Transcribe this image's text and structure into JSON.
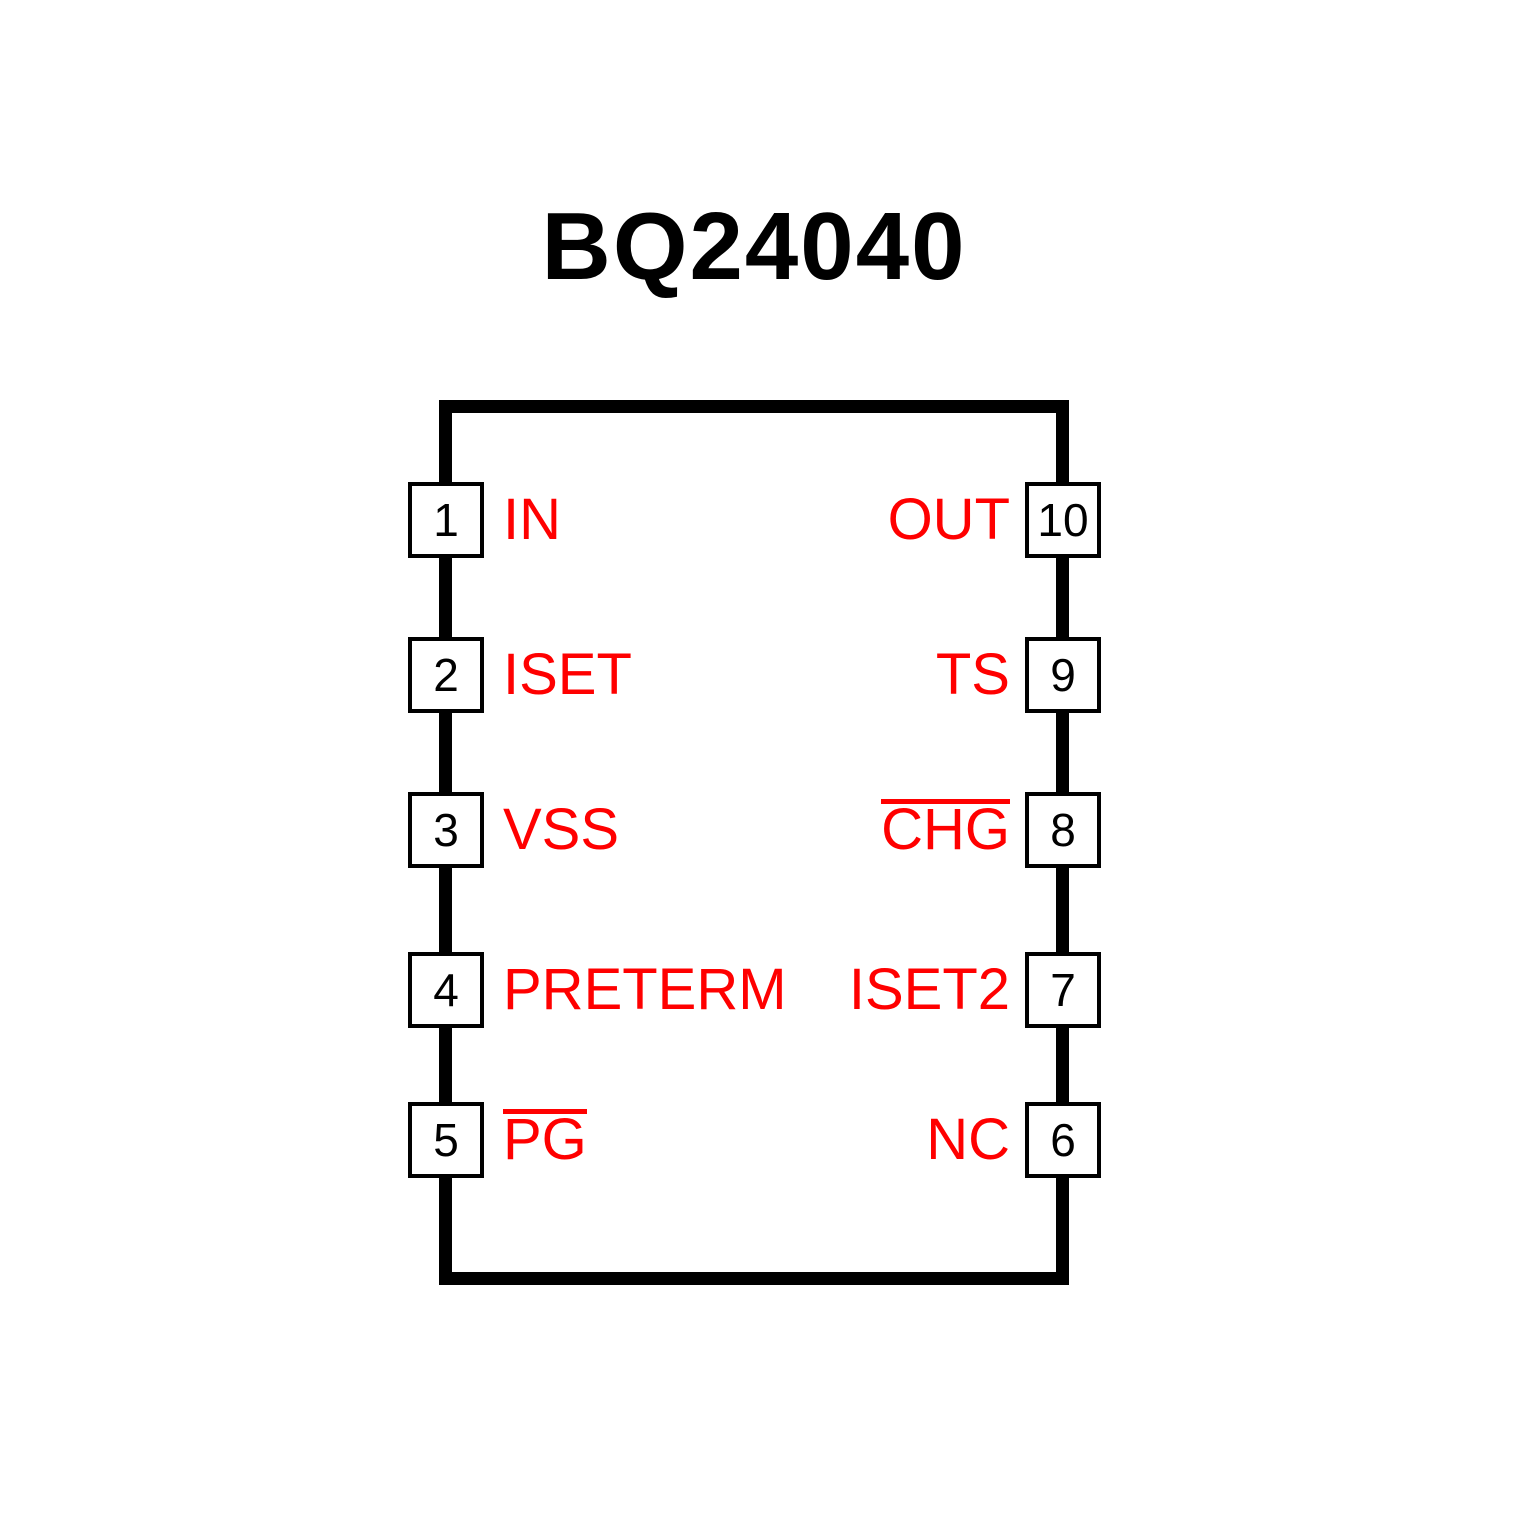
{
  "title": "BQ24040",
  "colors": {
    "pin_label": "#ff0000",
    "outline": "#000000",
    "background": "#ffffff"
  },
  "left_pins": [
    {
      "number": "1",
      "label": "IN",
      "overline": false
    },
    {
      "number": "2",
      "label": "ISET",
      "overline": false
    },
    {
      "number": "3",
      "label": "VSS",
      "overline": false
    },
    {
      "number": "4",
      "label": "PRETERM",
      "overline": false
    },
    {
      "number": "5",
      "label": "PG",
      "overline": true
    }
  ],
  "right_pins": [
    {
      "number": "10",
      "label": "OUT",
      "overline": false
    },
    {
      "number": "9",
      "label": "TS",
      "overline": false
    },
    {
      "number": "8",
      "label": "CHG",
      "overline": true
    },
    {
      "number": "7",
      "label": "ISET2",
      "overline": false
    },
    {
      "number": "6",
      "label": "NC",
      "overline": false
    }
  ]
}
